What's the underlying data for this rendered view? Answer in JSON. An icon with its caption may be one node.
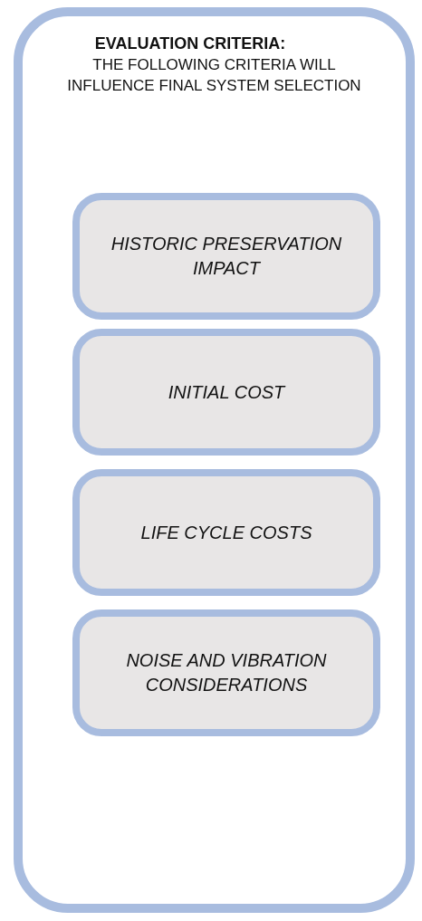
{
  "diagram": {
    "nodes": [
      {
        "text": [
          "EVALUATION CRITERIA:",
          "THE FOLLOWING CRITERIA WILL INFLUENCE FINAL SYSTEM SELECTION"
        ]
      },
      {
        "text": [
          "HISTORIC PRESERVATION IMPACT"
        ],
        "in": 0
      },
      {
        "text": [
          "INITIAL COST"
        ],
        "in": 0
      },
      {
        "text": [
          "LIFE CYCLE COSTS"
        ],
        "in": 0
      },
      {
        "text": [
          "NOISE AND VIBRATION CONSIDERATIONS"
        ],
        "in": 0
      }
    ]
  }
}
